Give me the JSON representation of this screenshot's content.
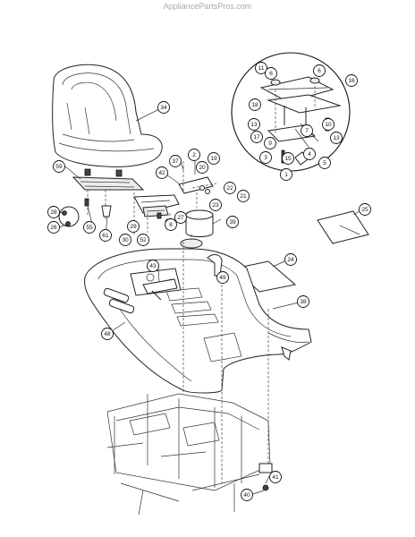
{
  "watermark": "AppliancePartsPros.com",
  "callouts": [
    {
      "id": "c34",
      "label": "34"
    },
    {
      "id": "c59",
      "label": "59"
    },
    {
      "id": "c28",
      "label": "28"
    },
    {
      "id": "c26",
      "label": "26"
    },
    {
      "id": "c55",
      "label": "55"
    },
    {
      "id": "c61",
      "label": "61"
    },
    {
      "id": "c37",
      "label": "37"
    },
    {
      "id": "c42",
      "label": "42"
    },
    {
      "id": "c2",
      "label": "2"
    },
    {
      "id": "c29",
      "label": "29"
    },
    {
      "id": "c30",
      "label": "30"
    },
    {
      "id": "c52",
      "label": "52"
    },
    {
      "id": "c8",
      "label": "8"
    },
    {
      "id": "c27",
      "label": "27"
    },
    {
      "id": "c23",
      "label": "23"
    },
    {
      "id": "c19",
      "label": "19"
    },
    {
      "id": "c20",
      "label": "20"
    },
    {
      "id": "c22",
      "label": "22"
    },
    {
      "id": "c21",
      "label": "21"
    },
    {
      "id": "c39",
      "label": "39"
    },
    {
      "id": "c25",
      "label": "25"
    },
    {
      "id": "c24",
      "label": "24"
    },
    {
      "id": "c43",
      "label": "43"
    },
    {
      "id": "c49",
      "label": "49"
    },
    {
      "id": "c48",
      "label": "48"
    },
    {
      "id": "c38",
      "label": "38"
    },
    {
      "id": "c41",
      "label": "41"
    },
    {
      "id": "c40",
      "label": "40"
    },
    {
      "id": "c11",
      "label": "11"
    },
    {
      "id": "c6",
      "label": "6"
    },
    {
      "id": "c16",
      "label": "16"
    },
    {
      "id": "c18",
      "label": "18"
    },
    {
      "id": "c13a",
      "label": "13"
    },
    {
      "id": "c17",
      "label": "17"
    },
    {
      "id": "c9",
      "label": "9"
    },
    {
      "id": "c7",
      "label": "7"
    },
    {
      "id": "c10",
      "label": "10"
    },
    {
      "id": "c13b",
      "label": "13"
    },
    {
      "id": "c3",
      "label": "3"
    },
    {
      "id": "c15",
      "label": "15"
    },
    {
      "id": "c4",
      "label": "4"
    },
    {
      "id": "c5",
      "label": "5"
    },
    {
      "id": "c1",
      "label": "1"
    },
    {
      "id": "c6b",
      "label": "6"
    }
  ]
}
